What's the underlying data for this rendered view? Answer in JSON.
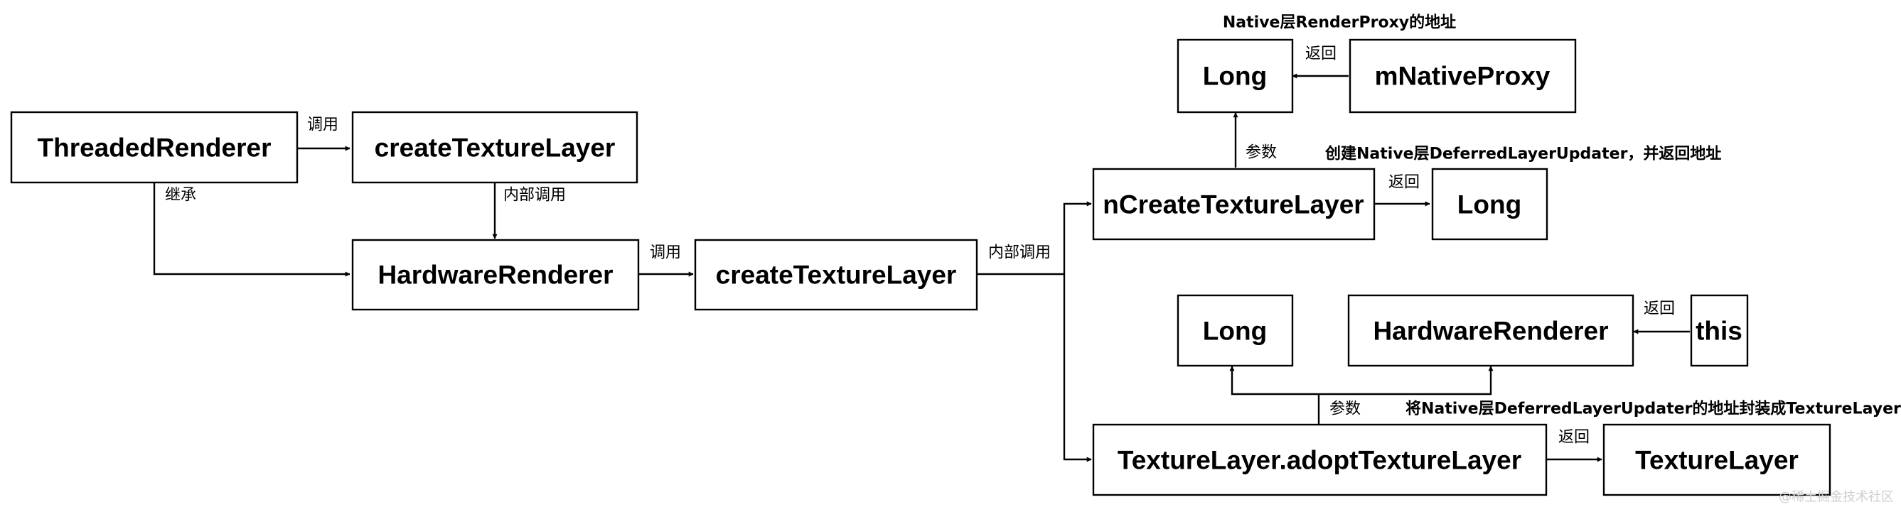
{
  "nodes": {
    "threaded_renderer": "ThreadedRenderer",
    "create_texture_layer_1": "createTextureLayer",
    "hardware_renderer": "HardwareRenderer",
    "create_texture_layer_2": "createTextureLayer",
    "n_create_texture_layer": "nCreateTextureLayer",
    "long_top": "Long",
    "m_native_proxy": "mNativeProxy",
    "long_mid": "Long",
    "long_bottom": "Long",
    "hardware_renderer_2": "HardwareRenderer",
    "this_node": "this",
    "adopt_texture_layer": "TextureLayer.adoptTextureLayer",
    "texture_layer": "TextureLayer"
  },
  "labels": {
    "call_1": "调用",
    "inherit": "继承",
    "internal_call_1": "内部调用",
    "call_2": "调用",
    "internal_call_2": "内部调用",
    "native_proxy_addr": "Native层RenderProxy的地址",
    "return_1": "返回",
    "param_1": "参数",
    "create_updater": "创建Native层DeferredLayerUpdater，并返回地址",
    "return_2": "返回",
    "return_3": "返回",
    "param_2": "参数",
    "wrap_updater": "将Native层DeferredLayerUpdater的地址封装成TextureLayer",
    "return_4": "返回",
    "watermark": "@稀土掘金技术社区"
  }
}
